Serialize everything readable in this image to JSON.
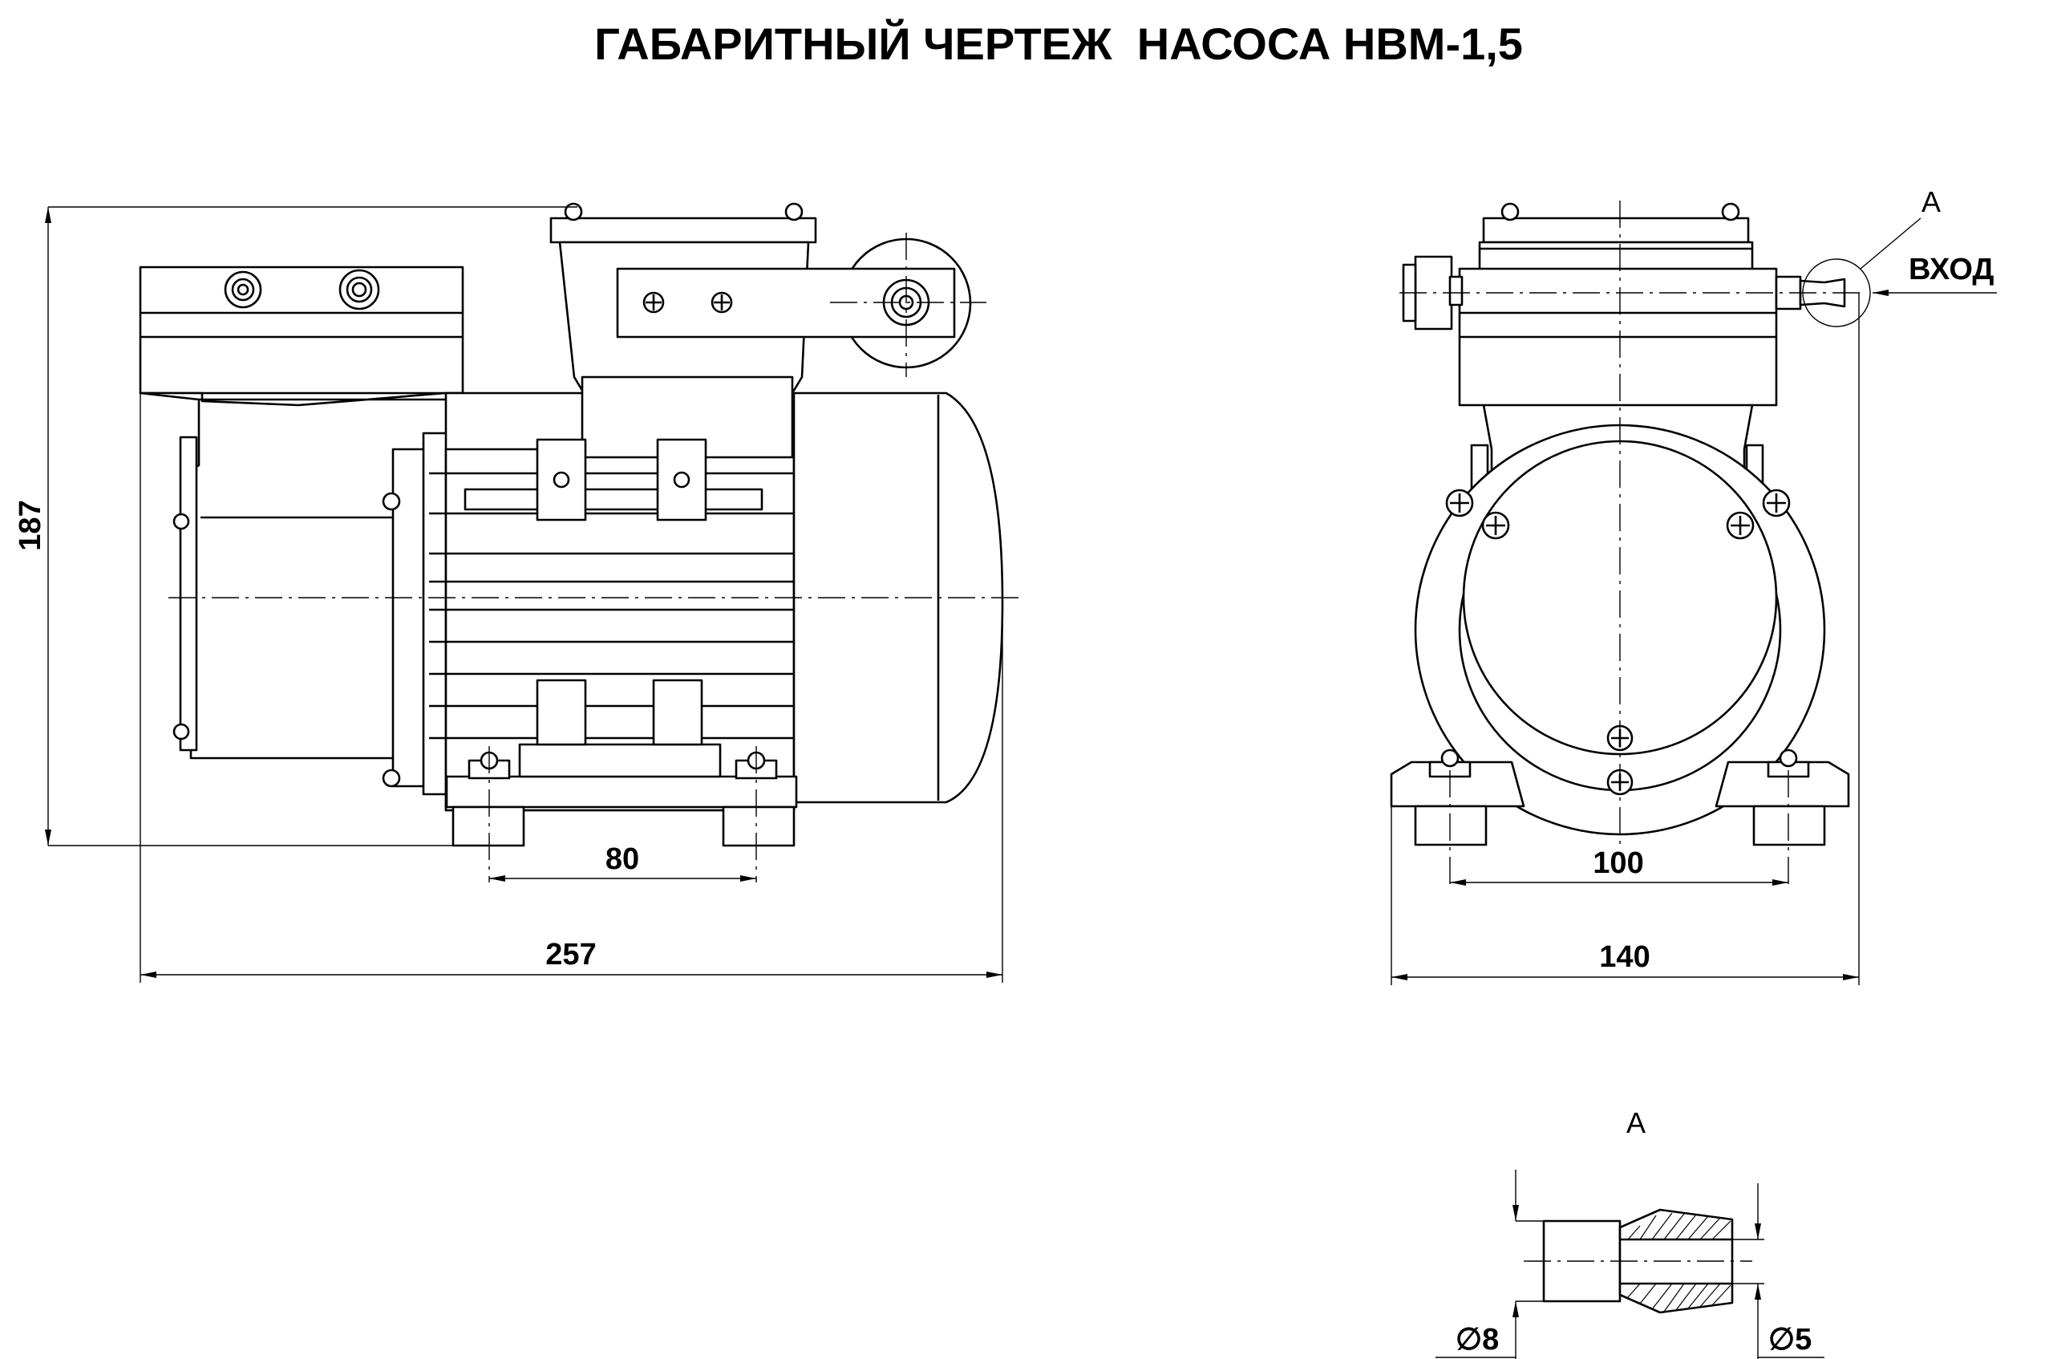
{
  "title": "ГАБАРИТНЫЙ ЧЕРТЕЖ  НАСОСА НВМ-1,5",
  "side_view": {
    "height_dim": "187",
    "length_dim": "257",
    "mount_dim": "80"
  },
  "front_view": {
    "width_dim": "140",
    "mount_dim": "100",
    "section_label": "А",
    "inlet_label": "ВХОД"
  },
  "detail_a": {
    "label": "А",
    "outer_diameter": "∅8",
    "inner_diameter": "∅5"
  }
}
